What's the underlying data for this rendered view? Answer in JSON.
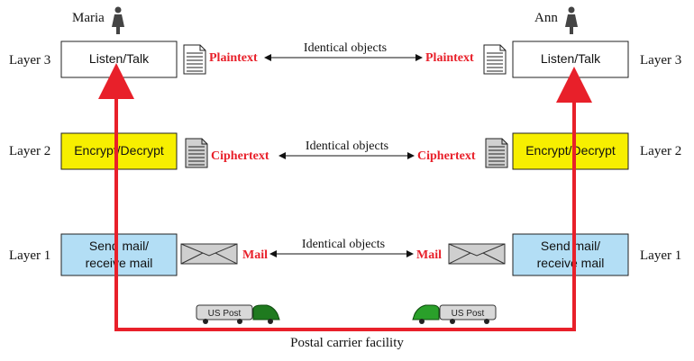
{
  "persons": {
    "left": "Maria",
    "right": "Ann"
  },
  "layers": {
    "l3": "Layer 3",
    "l2": "Layer 2",
    "l1": "Layer 1"
  },
  "boxes": {
    "l3": "Listen/Talk",
    "l2": "Encrypt/Decrypt",
    "l1_line1": "Send mail/",
    "l1_line2": "receive mail"
  },
  "objects": {
    "l3": "Plaintext",
    "l2": "Ciphertext",
    "l1": "Mail"
  },
  "identical": "Identical objects",
  "van": "US Post",
  "carrier": "Postal carrier facility",
  "colors": {
    "accent": "#e8202a",
    "layer3_box": "#ffffff",
    "layer2_box": "#f7ef00",
    "layer1_box": "#b3def5",
    "van_left_cab": "#1f7a1f",
    "van_right_cab": "#2aa02a"
  },
  "icons": [
    "person-icon",
    "document-icon",
    "envelope-icon",
    "mail-van-icon"
  ]
}
